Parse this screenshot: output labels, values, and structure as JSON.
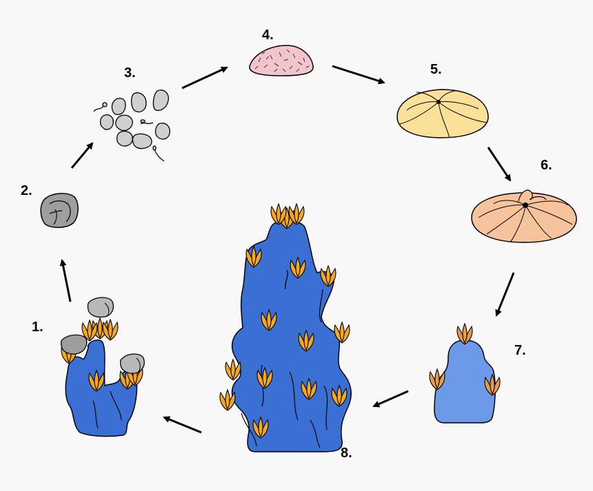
{
  "stages": [
    {
      "label": "1."
    },
    {
      "label": "2."
    },
    {
      "label": "3."
    },
    {
      "label": "4."
    },
    {
      "label": "5."
    },
    {
      "label": "6."
    },
    {
      "label": "7."
    },
    {
      "label": "8."
    }
  ],
  "colors": {
    "background": "#f8f8f8",
    "sponge_dark": "#3a6fd4",
    "sponge_light": "#6d9ae8",
    "polyp": "#f5a623",
    "polyp_light": "#e89a4a",
    "gemmule": "#b8b8b8",
    "gemmule_light": "#cfcfcf",
    "larva": "#f2c4cc",
    "disc": "#fbe09a",
    "disc_late": "#f6c39c",
    "outline": "#000000"
  }
}
